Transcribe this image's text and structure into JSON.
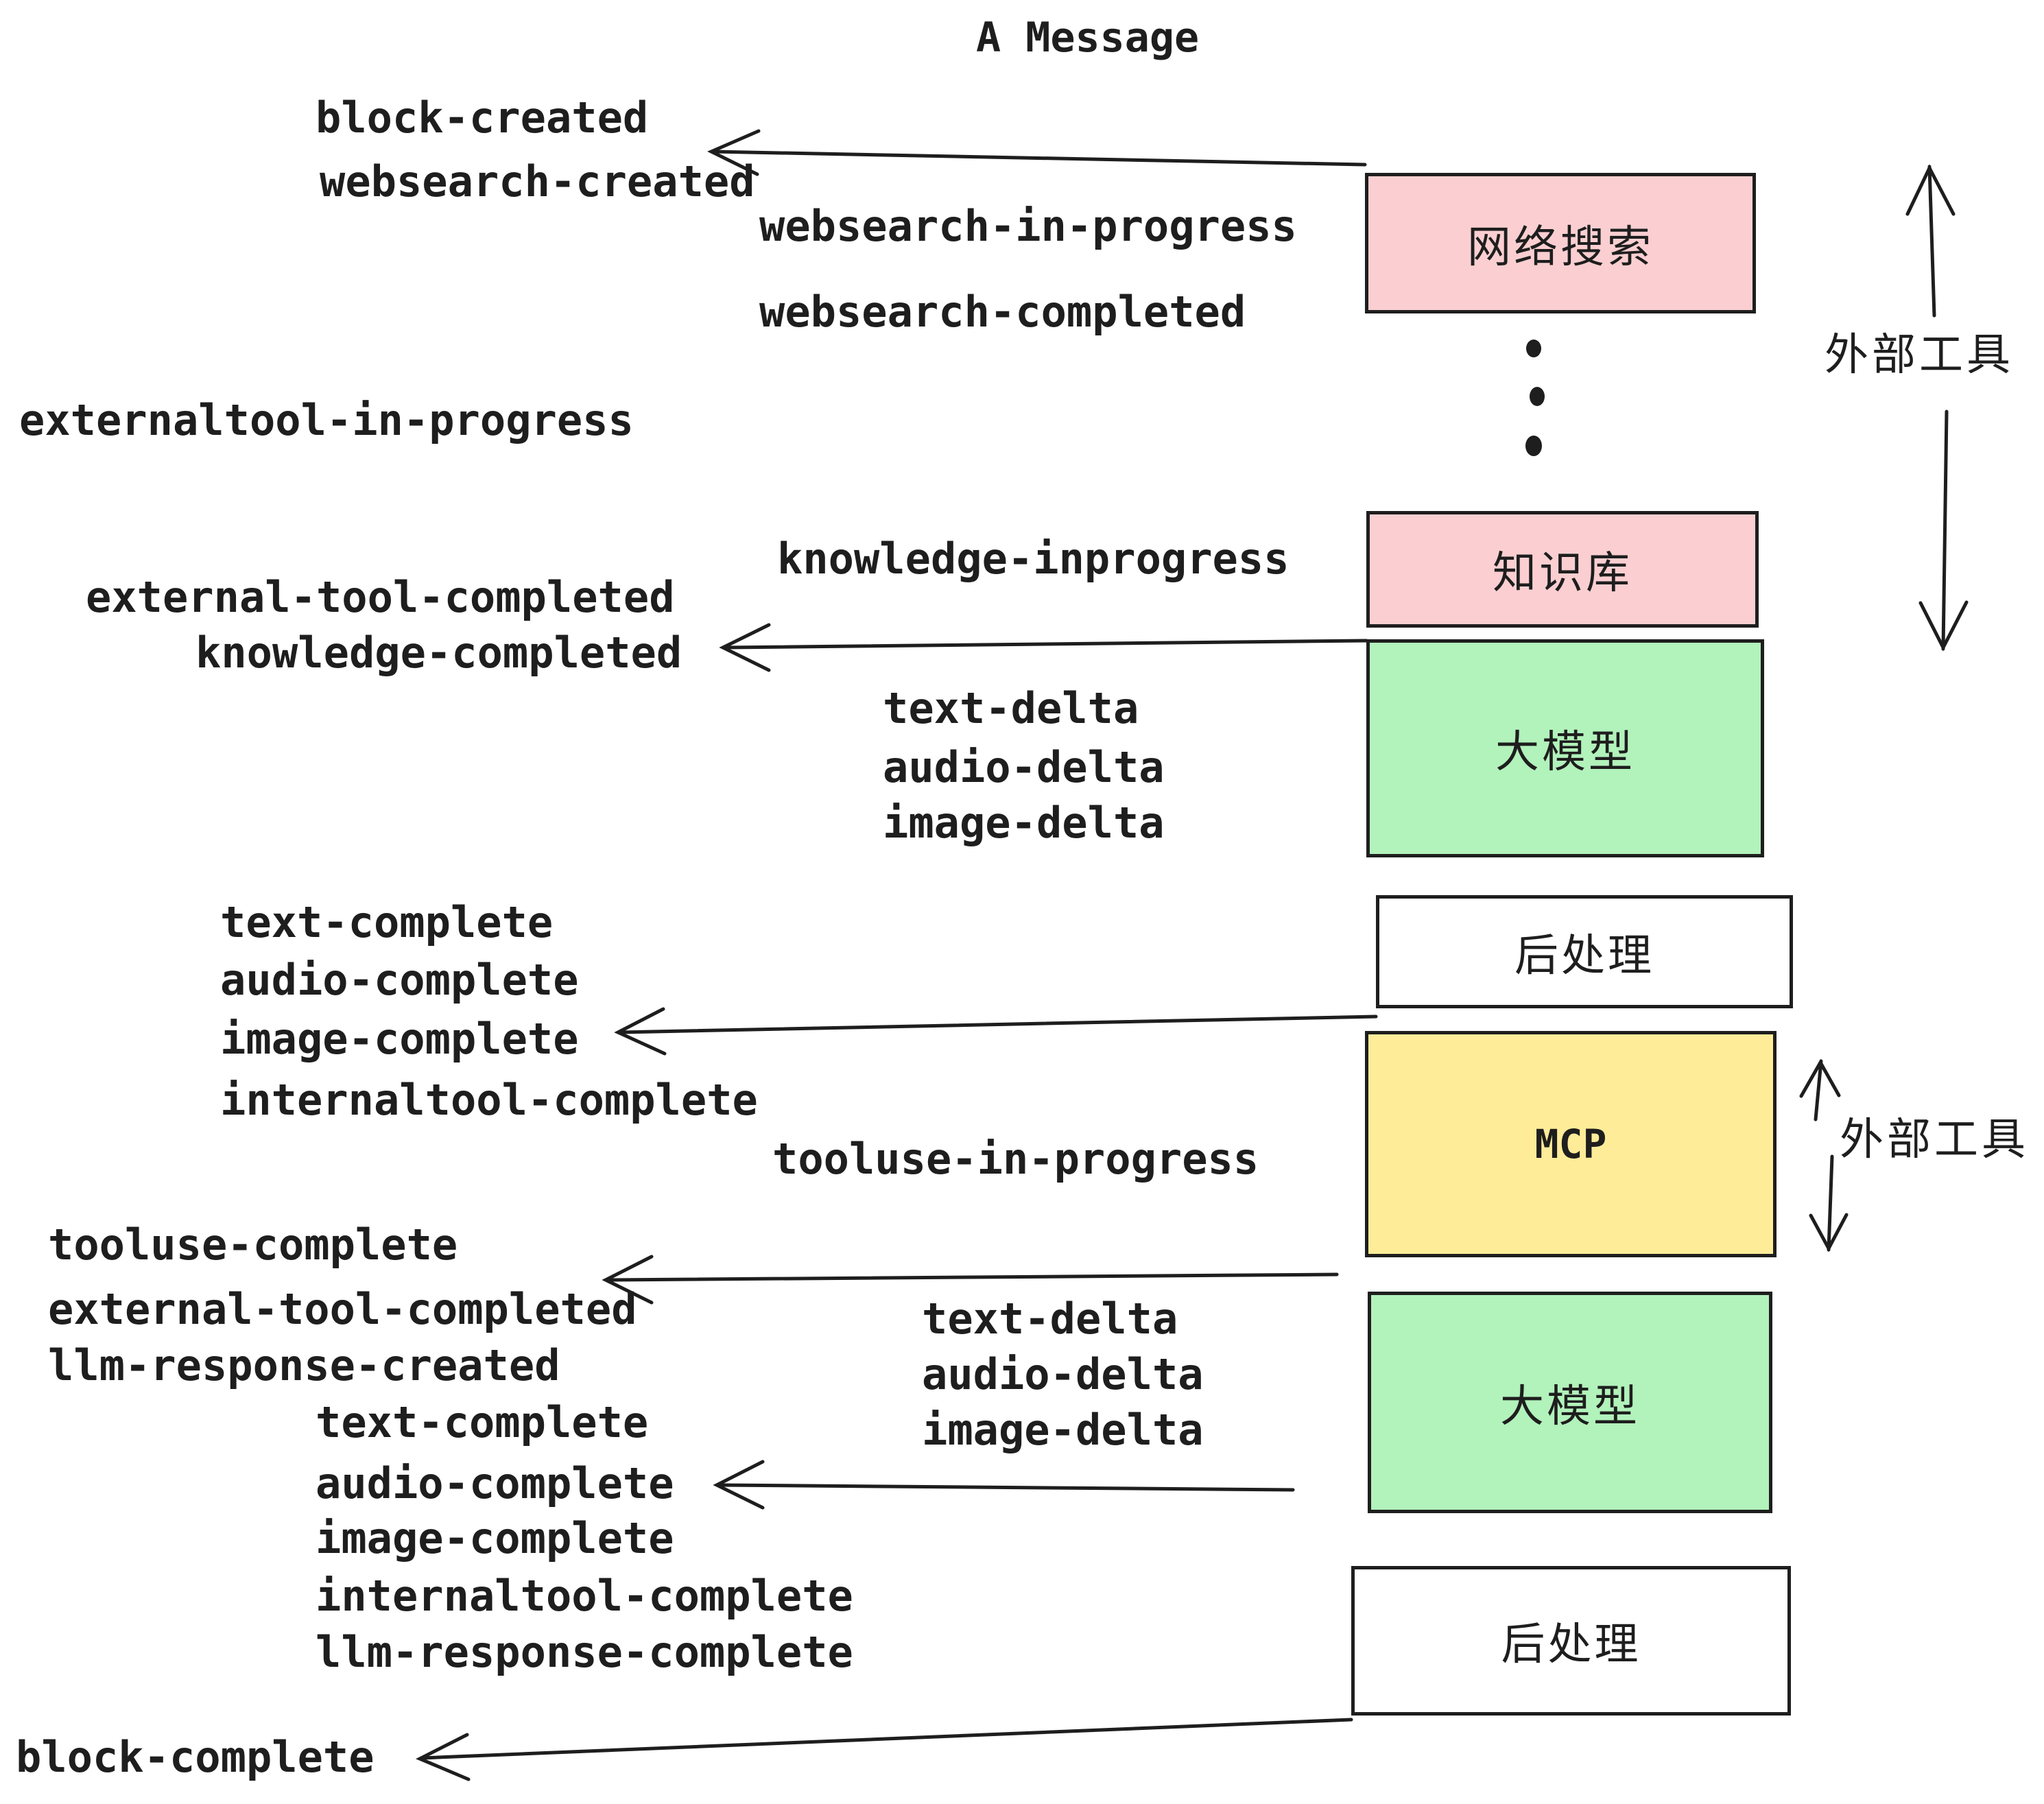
{
  "title": "A Message",
  "colors": {
    "external_tool_box": "#fbcfd1",
    "llm_box": "#b2f2bb",
    "mcp_box": "#ffec99",
    "post_process_box": "#ffffff",
    "stroke": "#1e1e1e",
    "background": "#ffffff"
  },
  "boxes": [
    {
      "label": "网络搜索"
    },
    {
      "label": "知识库"
    },
    {
      "label": "大模型"
    },
    {
      "label": "后处理"
    },
    {
      "label": "MCP"
    },
    {
      "label": "大模型"
    },
    {
      "label": "后处理"
    }
  ],
  "side_labels": {
    "external_tools_top": "外部工具",
    "external_tools_mcp": "外部工具"
  },
  "events": {
    "block_created": "block-created",
    "websearch_created": "websearch-created",
    "websearch_in_progress": "websearch-in-progress",
    "websearch_completed": "websearch-completed",
    "externaltool_in_progress": "externaltool-in-progress",
    "knowledge_inprogress": "knowledge-inprogress",
    "external_tool_completed_1": "external-tool-completed",
    "knowledge_completed": "knowledge-completed",
    "text_delta_1": "text-delta",
    "audio_delta_1": "audio-delta",
    "image_delta_1": "image-delta",
    "text_complete_1": "text-complete",
    "audio_complete_1": "audio-complete",
    "image_complete_1": "image-complete",
    "internaltool_complete_1": "internaltool-complete",
    "tooluse_in_progress": "tooluse-in-progress",
    "tooluse_complete": "tooluse-complete",
    "external_tool_completed_2": "external-tool-completed",
    "llm_response_created": "llm-response-created",
    "text_delta_2": "text-delta",
    "audio_delta_2": "audio-delta",
    "image_delta_2": "image-delta",
    "text_complete_2": "text-complete",
    "audio_complete_2": "audio-complete",
    "image_complete_2": "image-complete",
    "internaltool_complete_2": "internaltool-complete",
    "llm_response_complete": "llm-response-complete",
    "block_complete": "block-complete"
  }
}
